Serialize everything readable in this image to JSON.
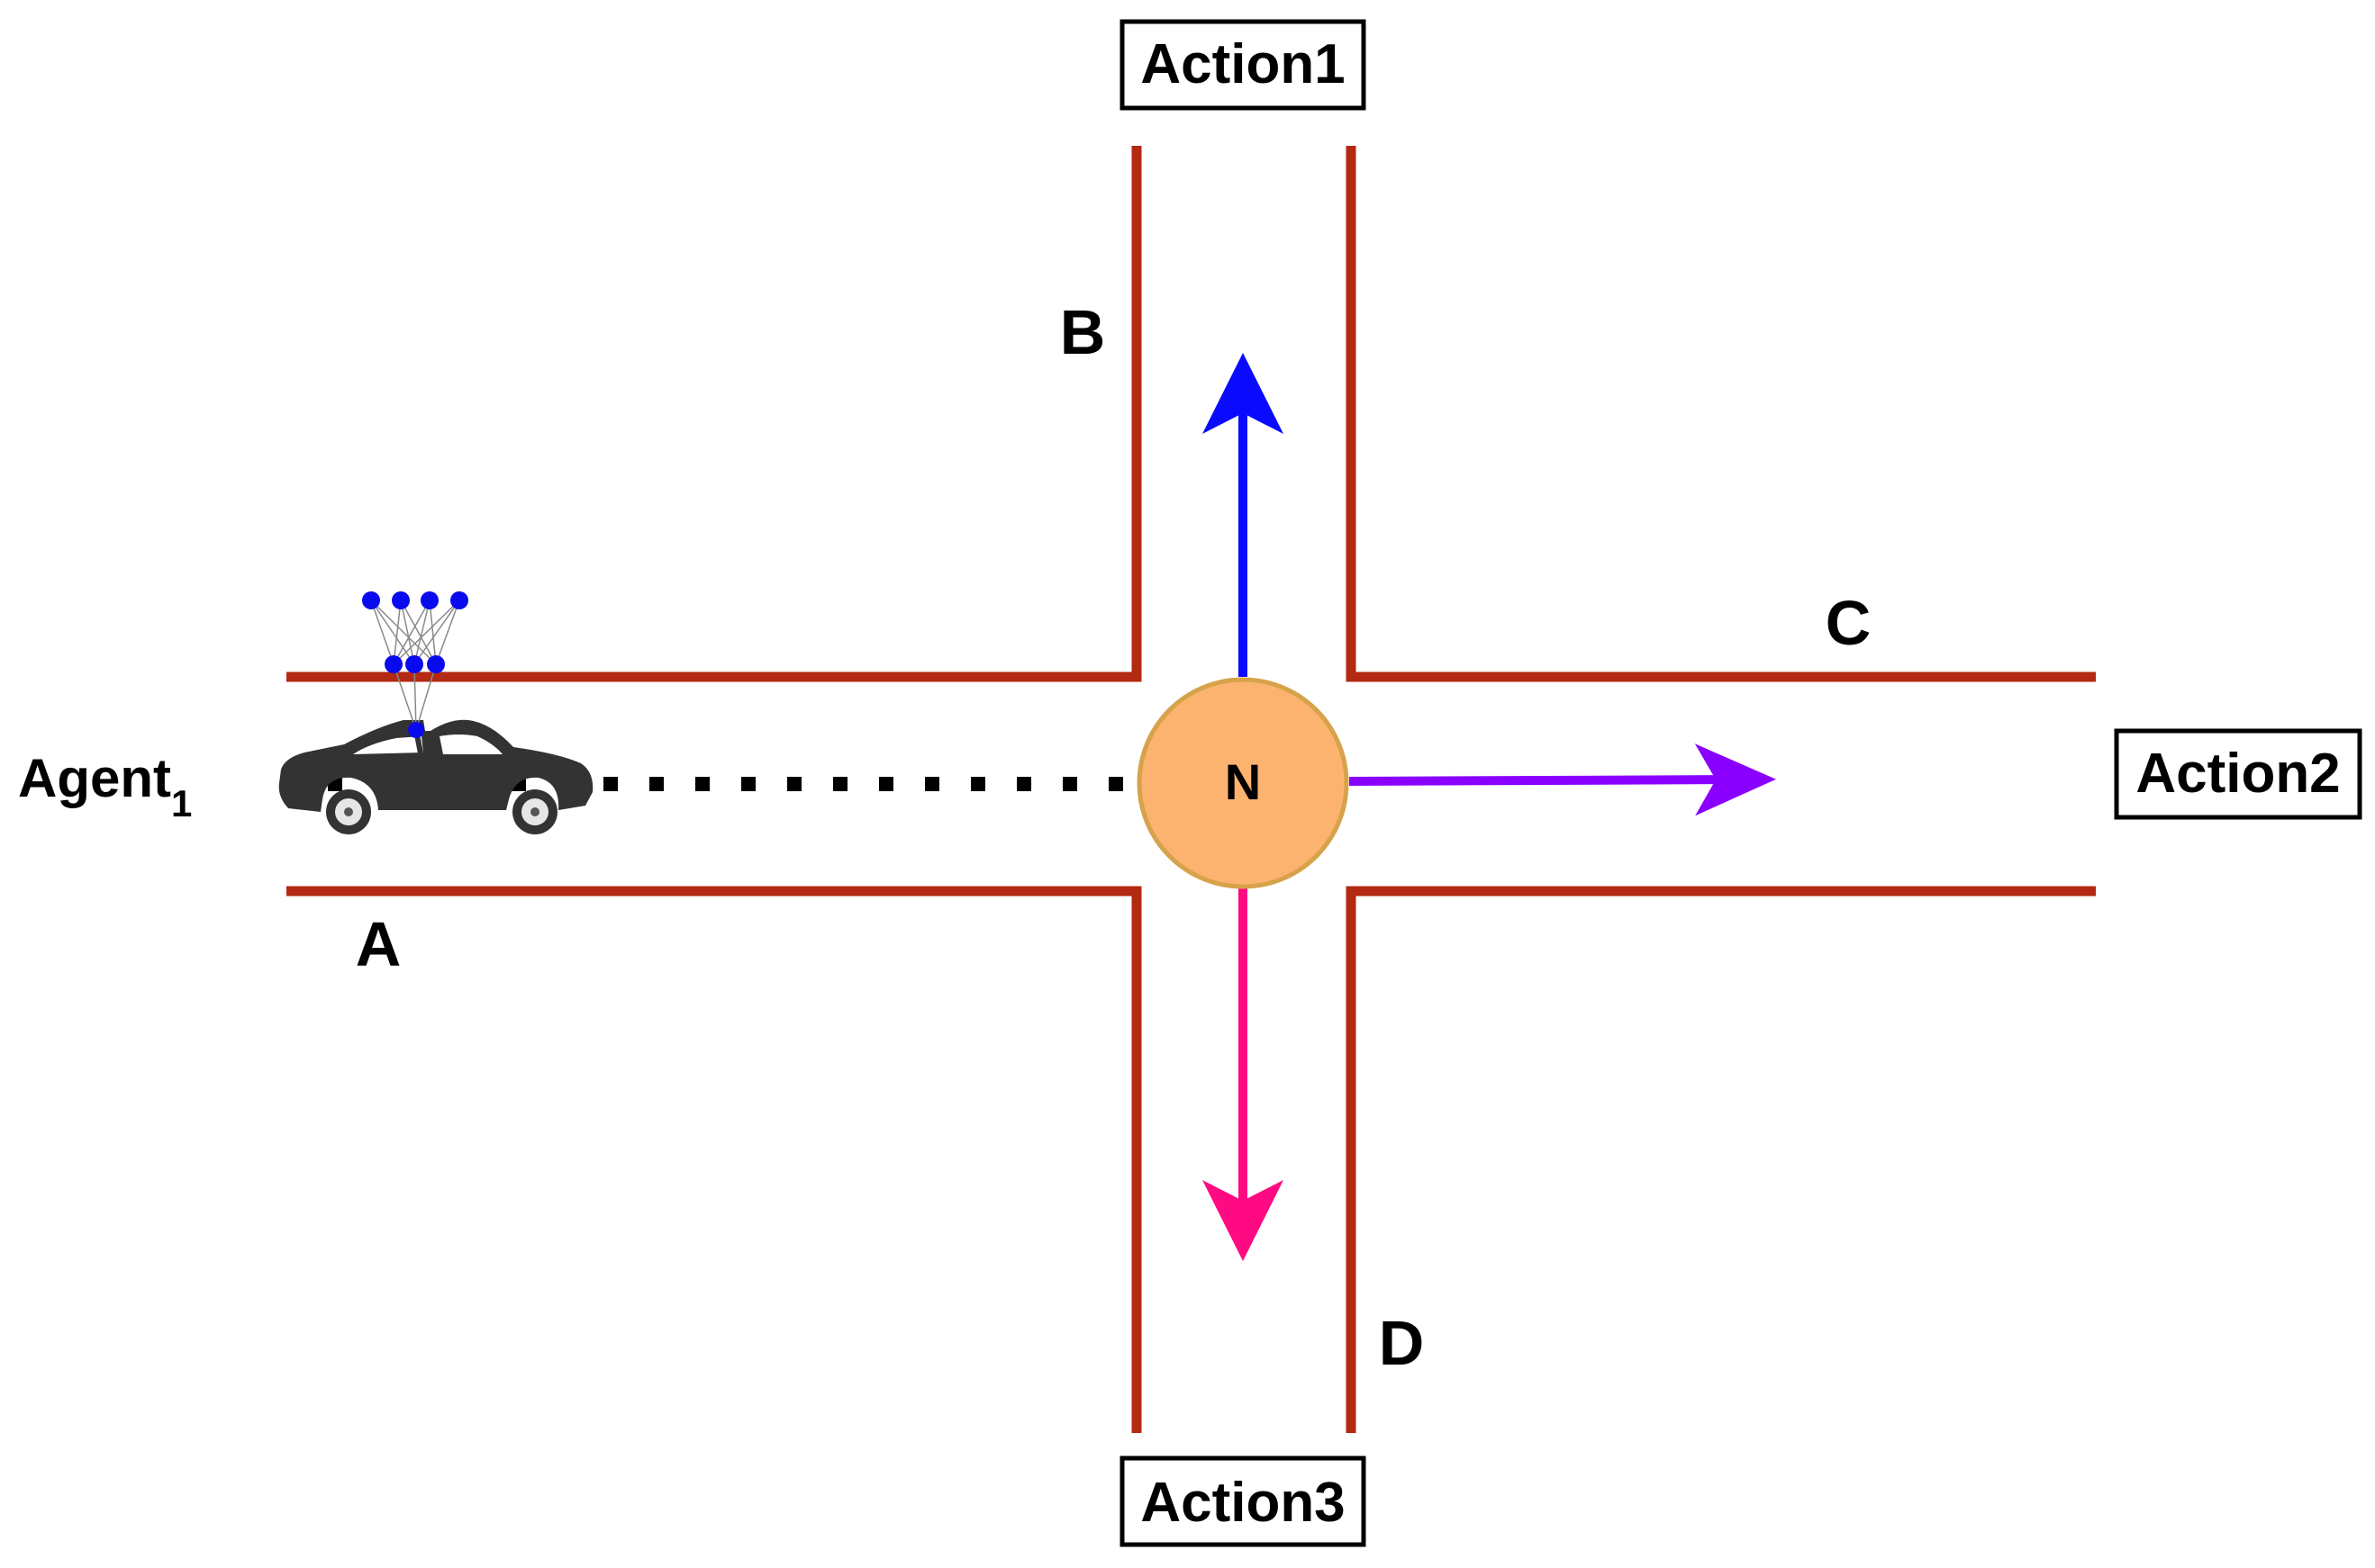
{
  "colors": {
    "wall": "#b32912",
    "node_fill": "#fbb36f",
    "node_stroke": "#d6a24a",
    "arrow_up": "#0a0aff",
    "arrow_right": "#8a00ff",
    "arrow_down": "#ff0a82",
    "net_node": "#0a0aee",
    "car": "#333333",
    "path_dots": "#000000"
  },
  "labels": {
    "road_a": "A",
    "road_b": "B",
    "road_c": "C",
    "road_d": "D",
    "node": "N",
    "agent": "Agent",
    "agent_sub": "1",
    "action1": "Action1",
    "action2": "Action2",
    "action3": "Action3"
  },
  "icons": {
    "vehicle": "car-icon",
    "network": "neural-network-icon"
  }
}
